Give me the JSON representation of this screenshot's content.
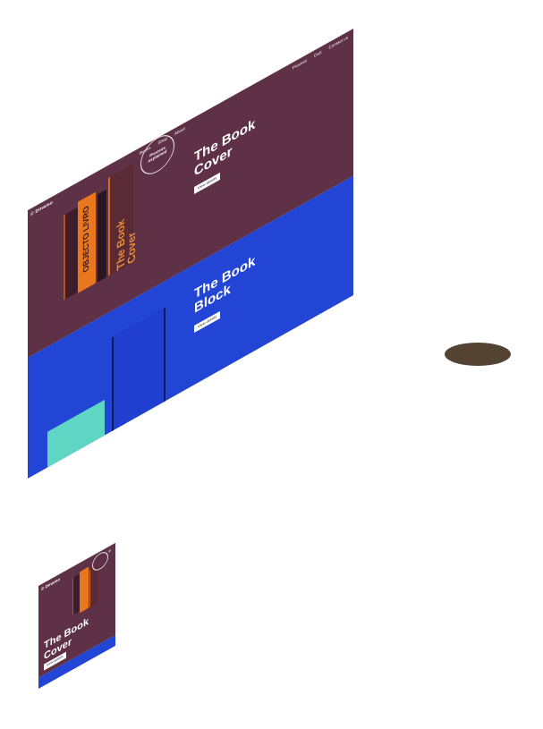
{
  "site": {
    "logo": "© Dinamo",
    "nav_center": [
      "Books",
      "Shop",
      "About"
    ],
    "nav_right": [
      "Process",
      "Cart",
      "Contact us"
    ]
  },
  "desktop": {
    "cover_section": {
      "heading": "The Book Cover",
      "button": "View details",
      "stamp": "Process explained",
      "book_spine_1": "The Book Cover",
      "book_spine_2": "OBJECTO LIVRO",
      "bg_color": "#5f3146"
    },
    "block_section": {
      "heading": "The Book Block",
      "button": "View details",
      "teal_book_title": "The Book Block",
      "navy_book_title": "O Miolo do Livro",
      "bg_color": "#2345d6"
    }
  },
  "mobile": {
    "logo": "© Dinamo",
    "menu": "≡",
    "heading": "The Book Cover",
    "button": "View details"
  },
  "colors": {
    "maroon": "#5f3146",
    "blue": "#2345d6",
    "orange": "#e8771e",
    "teal": "#5fd6c3",
    "cursor": "#544232"
  }
}
